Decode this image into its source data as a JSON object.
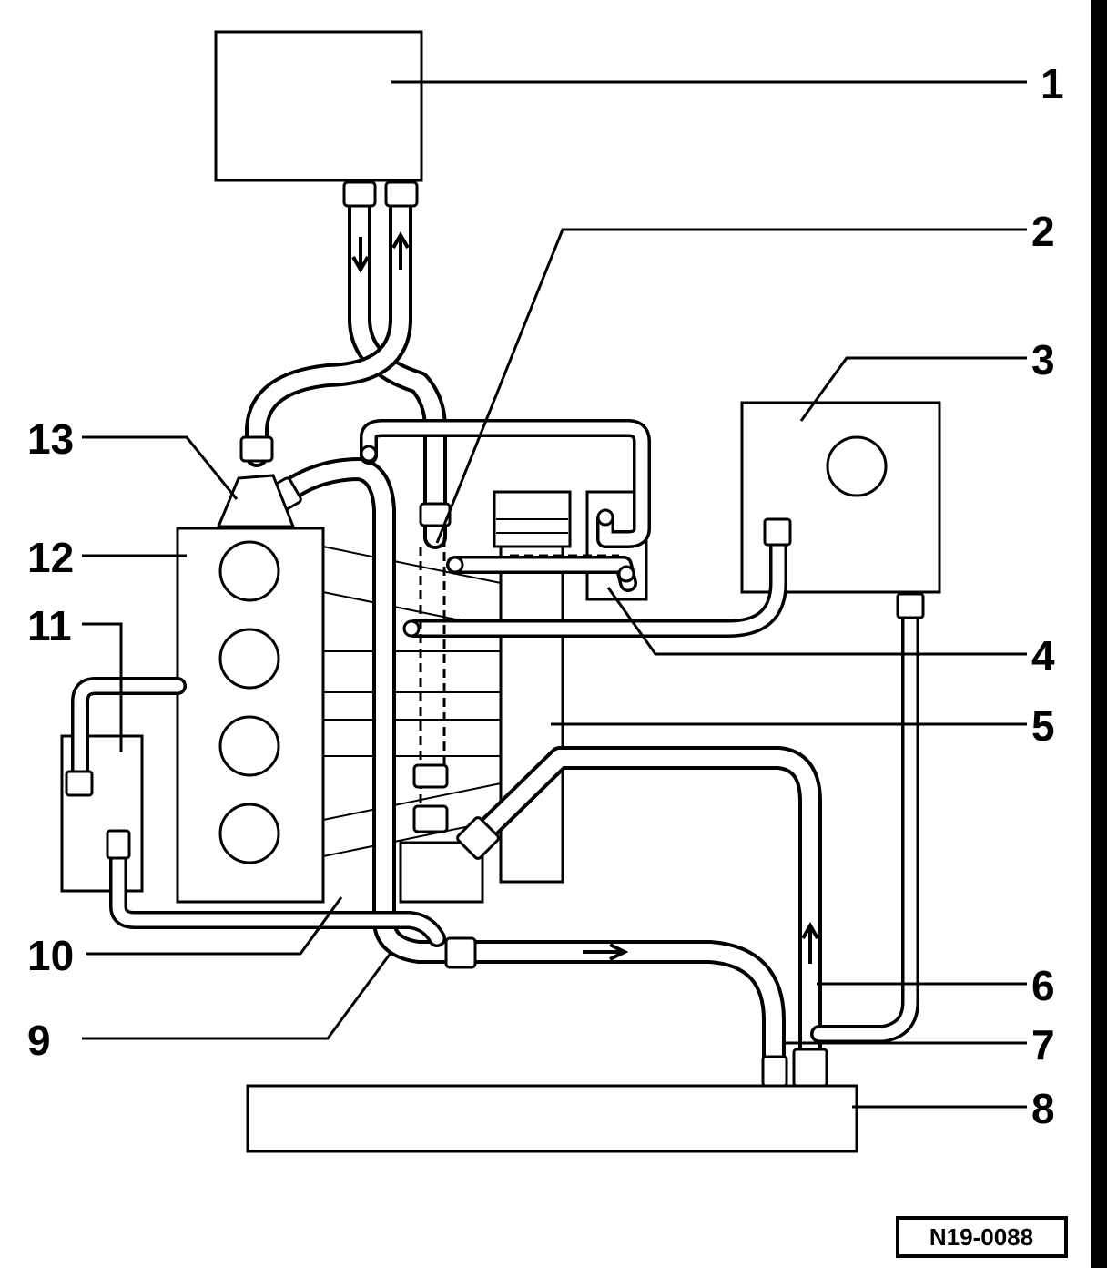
{
  "callouts": [
    "1",
    "2",
    "3",
    "4",
    "5",
    "6",
    "7",
    "8",
    "9",
    "10",
    "11",
    "12",
    "13"
  ],
  "figure_ref": "N19-0088"
}
